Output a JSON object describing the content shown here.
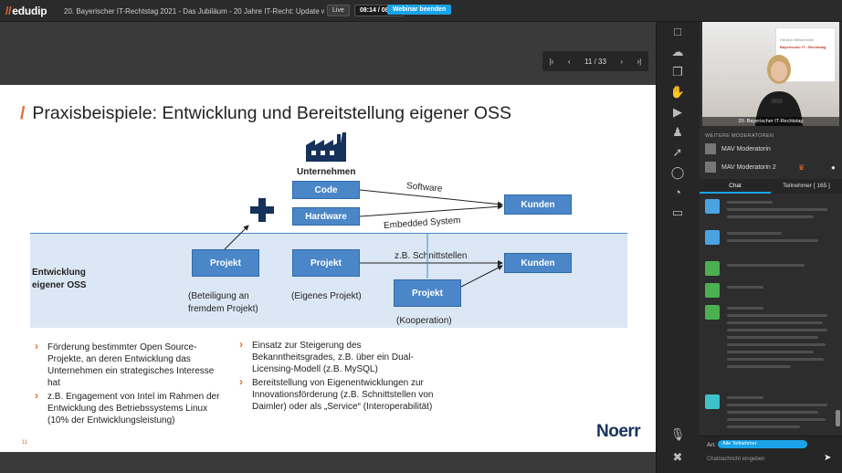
{
  "topbar": {
    "logo": "edudip",
    "title": "20. Bayerischer IT-Rechtstag 2021 - Das Jubiläum - 20 Jahre IT-Recht: Update wi...",
    "live": "Live",
    "timer": "08:14 / 08:00",
    "end_button": "Webinar beenden"
  },
  "pager": {
    "first": "|‹",
    "prev": "‹",
    "page": "11 / 33",
    "next": "›",
    "last": "›|"
  },
  "slide": {
    "title": "Praxisbeispiele: Entwicklung und Bereitstellung eigener OSS",
    "accent_mark": "/",
    "unternehmen": "Unternehmen",
    "code": "Code",
    "hardware": "Hardware",
    "software_lbl": "Software",
    "embedded_lbl": "Embedded System",
    "kunden1": "Kunden",
    "kunden2": "Kunden",
    "band_label_1": "Entwicklung",
    "band_label_2": "eigener OSS",
    "projekt1": "Projekt",
    "projekt2": "Projekt",
    "projekt3": "Projekt",
    "schnittstellen_lbl": "z.B. Schnittstellen",
    "beteiligung_1": "(Beteiligung an",
    "beteiligung_2": "fremdem Projekt)",
    "eigenes": "(Eigenes Projekt)",
    "kooperation": "(Kooperation)",
    "left_bullets": [
      "Förderung bestimmter Open Source-Projekte, an deren Entwicklung das Unternehmen ein strategisches Interesse hat",
      "z.B. Engagement von Intel im Rahmen der Entwicklung des Betriebssystems Linux (10% der Entwicklungsleistung)"
    ],
    "right_bullets": [
      "Einsatz zur Steigerung des Bekanntheitsgrades, z.B. über ein Dual-Licensing-Modell (z.B. MySQL)",
      "Bereitstellung von Eigenentwicklungen zur Innovationsförderung (z.B. Schnittstellen von Daimler) oder als „Service“  (Interoperabilität)"
    ],
    "page_number": "11",
    "brand": "Noerr"
  },
  "camera": {
    "caption": "20. Bayerischer IT-Rechtstag",
    "banner_1": "Herzlich Willkommen",
    "banner_2": "Bayerischer IT - Rechtstag"
  },
  "moderators": {
    "section_title": "WEITERE MODERATOREN",
    "items": [
      {
        "name": "MAV Moderatorin"
      },
      {
        "name": "MAV Moderatorin 2"
      }
    ]
  },
  "tabs": {
    "chat": "Chat",
    "participants": "Teilnehmer [ 165 ]"
  },
  "composer": {
    "to_label": "An:",
    "to_value": "Alle Teilnehmer",
    "placeholder": "Chatnachricht eingeben"
  },
  "colors": {
    "accent": "#e66b2b",
    "primary": "#1aa3e8",
    "slide_box": "#4a86c8",
    "brand": "#15315c"
  }
}
